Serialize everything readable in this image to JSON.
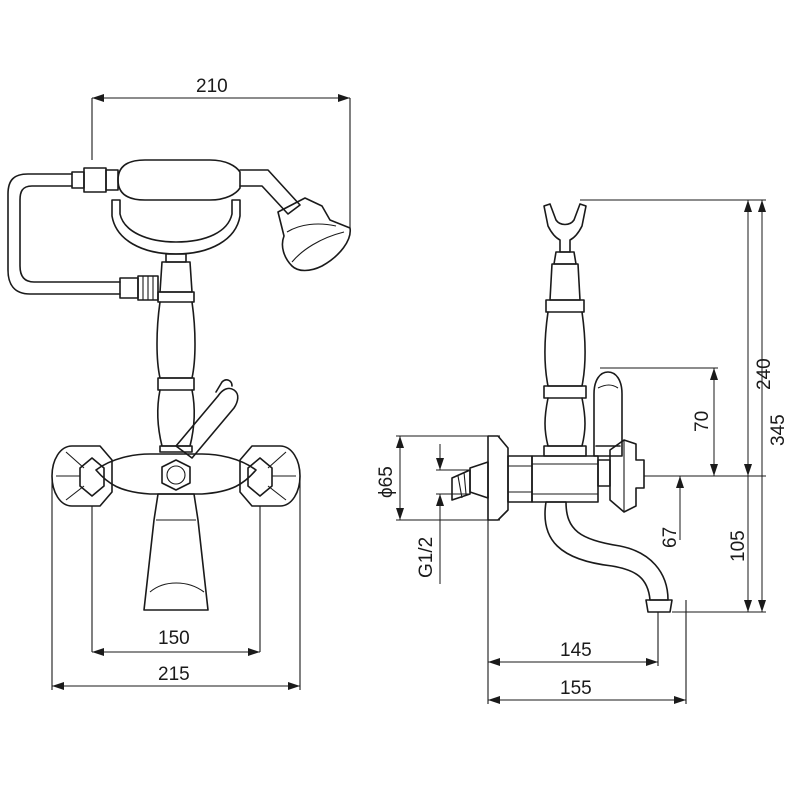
{
  "dimensions": {
    "hand_shower_reach": "210",
    "inlet_centers": "150",
    "overall_width": "215",
    "rest_to_spout": "145",
    "wall_to_spout": "155",
    "flange_diameter": "ϕ65",
    "inlet_thread": "G1/2",
    "overall_height": "345",
    "cradle_height": "240",
    "lever_height": "70",
    "spout_drop": "105",
    "handle_offset": "67"
  }
}
